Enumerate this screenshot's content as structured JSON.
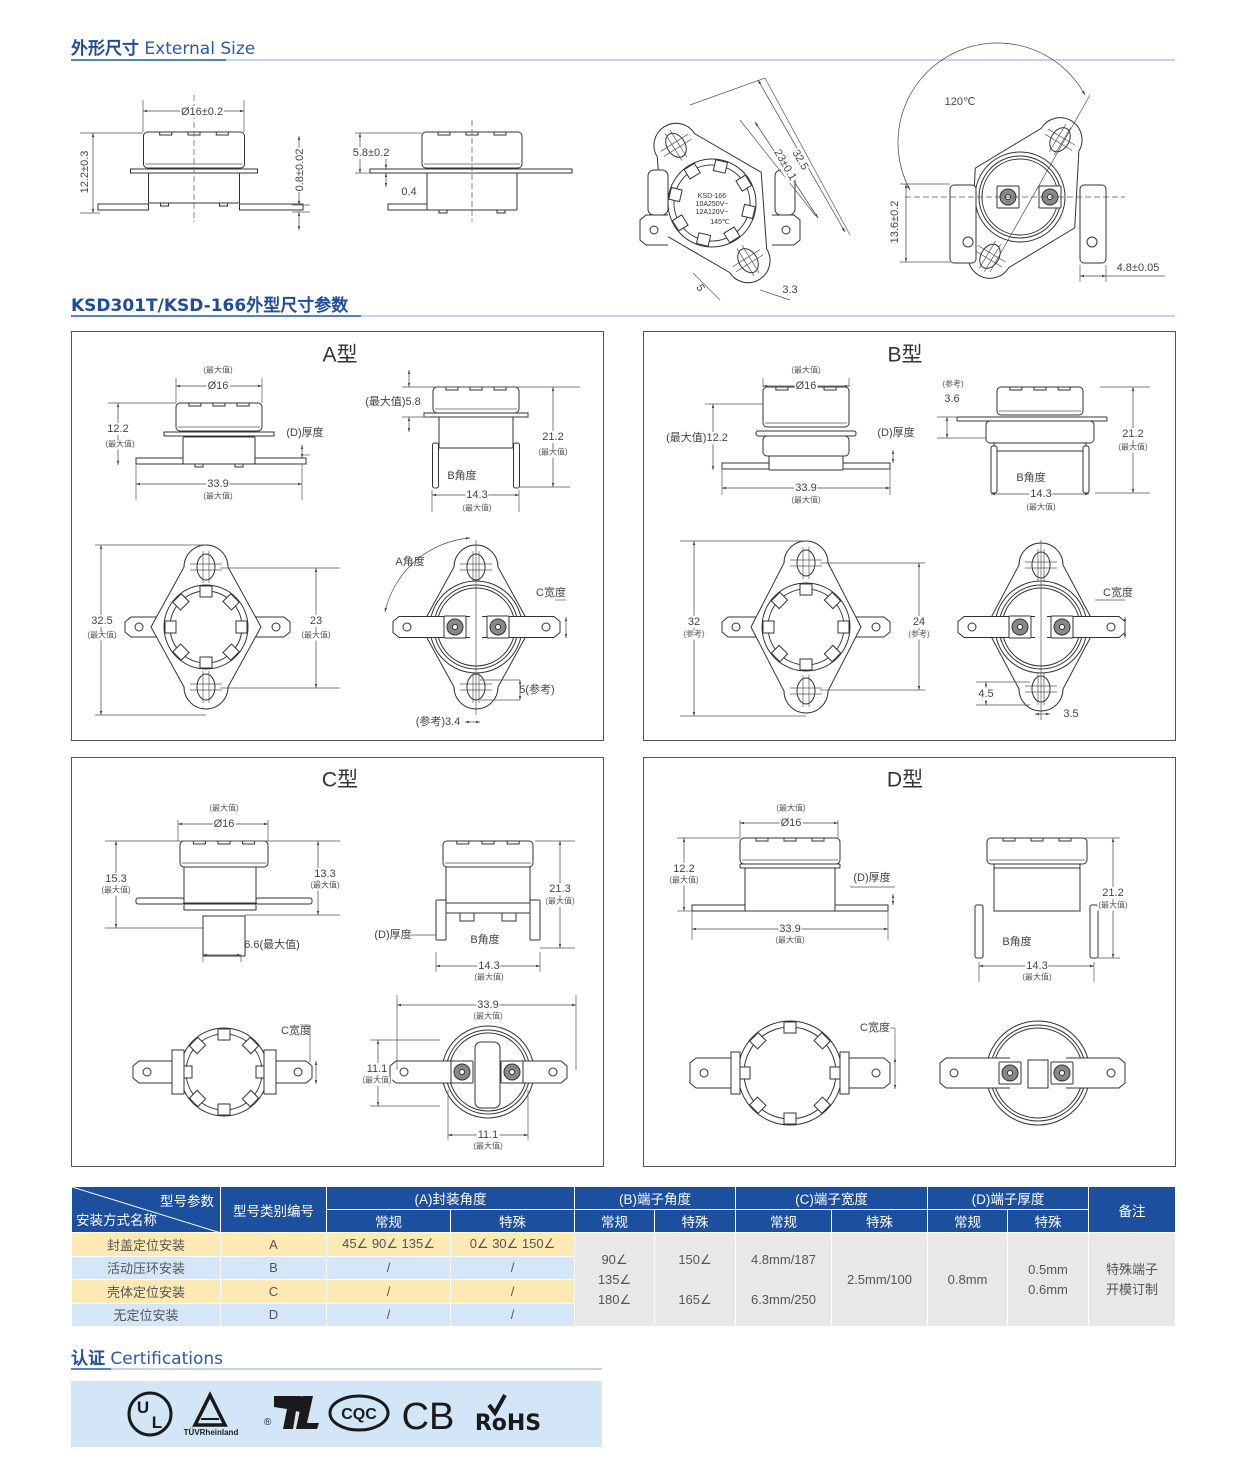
{
  "sections": {
    "external_size": {
      "cn": "外形尺寸",
      "en": "External Size"
    },
    "dimensions": {
      "title": "KSD301T/KSD-166外型尺寸参数"
    },
    "certifications": {
      "cn": "认证",
      "en": "Certifications"
    }
  },
  "external": {
    "labels": [
      "Ø16±0.2",
      "12.2±0.3",
      "0.8±0.02",
      "5.8±0.2",
      "0.4",
      "32.5",
      "23±0.1",
      "5",
      "3.3",
      "KSD-166",
      "10A250V~",
      "12A120V~",
      "145℃",
      "120℃",
      "13.6±0.2",
      "4.8±0.05"
    ]
  },
  "panels": {
    "A": {
      "title": "A型",
      "labels": [
        "(最大值)",
        "Ø16",
        "12.2",
        "(最大值)",
        "(D)厚度",
        "33.9",
        "(最大值)",
        "(最大值)5.8",
        "21.2",
        "(最大值)",
        "B角度",
        "14.3",
        "(最大值)",
        "32.5",
        "(最大值)",
        "23",
        "(最大值)",
        "A角度",
        "C宽度",
        "5(参考)",
        "(参考)3.4"
      ]
    },
    "B": {
      "title": "B型",
      "labels": [
        "(最大值)",
        "Ø16",
        "(最大值)12.2",
        "(D)厚度",
        "33.9",
        "(最大值)",
        "(参考)",
        "3.6",
        "21.2",
        "(最大值)",
        "B角度",
        "14.3",
        "(最大值)",
        "32",
        "(参考)",
        "24",
        "(参考)",
        "C宽度",
        "4.5",
        "3.5"
      ]
    },
    "C": {
      "title": "C型",
      "labels": [
        "(最大值)",
        "Ø16",
        "15.3",
        "(最大值)",
        "13.3",
        "(最大值)",
        "6.6(最大值)",
        "21.3",
        "(最大值)",
        "(D)厚度",
        "B角度",
        "14.3",
        "(最大值)",
        "C宽度",
        "33.9",
        "(最大值)",
        "11.1",
        "(最大值)",
        "11.1",
        "(最大值)"
      ]
    },
    "D": {
      "title": "D型",
      "labels": [
        "(最大值)",
        "Ø16",
        "12.2",
        "(最大值)",
        "(D)厚度",
        "33.9",
        "(最大值)",
        "21.2",
        "(最大值)",
        "B角度",
        "14.3",
        "(最大值)",
        "C宽度"
      ]
    }
  },
  "table": {
    "corner_top": "型号参数",
    "corner_bottom": "安装方式名称",
    "code_header": "型号类别编号",
    "groups": [
      "(A)封装角度",
      "(B)端子角度",
      "(C)端子宽度",
      "(D)端子厚度"
    ],
    "remark_header": "备注",
    "sub_normal": "常规",
    "sub_special": "特殊",
    "rows": [
      {
        "name": "封盖定位安装",
        "code": "A",
        "a_normal": "45∠ 90∠ 135∠",
        "a_special": "0∠ 30∠ 150∠"
      },
      {
        "name": "活动压环安装",
        "code": "B",
        "a_normal": "/",
        "a_special": "/"
      },
      {
        "name": "壳体定位安装",
        "code": "C",
        "a_normal": "/",
        "a_special": "/"
      },
      {
        "name": "无定位安装",
        "code": "D",
        "a_normal": "/",
        "a_special": "/"
      }
    ],
    "b_normal": [
      "90∠",
      "135∠",
      "180∠"
    ],
    "b_special": [
      "150∠",
      "165∠"
    ],
    "c_normal": [
      "4.8mm/187",
      "6.3mm/250"
    ],
    "c_special": "2.5mm/100",
    "d_normal": "0.8mm",
    "d_special": [
      "0.5mm",
      "0.6mm"
    ],
    "remark": [
      "特殊端子",
      "开模订制"
    ]
  },
  "certifications": [
    "UL",
    "TÜVRheinland",
    "UR",
    "CQC",
    "CB",
    "RoHS"
  ],
  "colors": {
    "accent": "#1d4f9f",
    "title": "#2c5aa8",
    "row_yellow": "#fde9b3",
    "row_blue": "#d4e6f7",
    "merged_gray": "#e9e8e8",
    "cert_bg": "#d3e6f7"
  }
}
